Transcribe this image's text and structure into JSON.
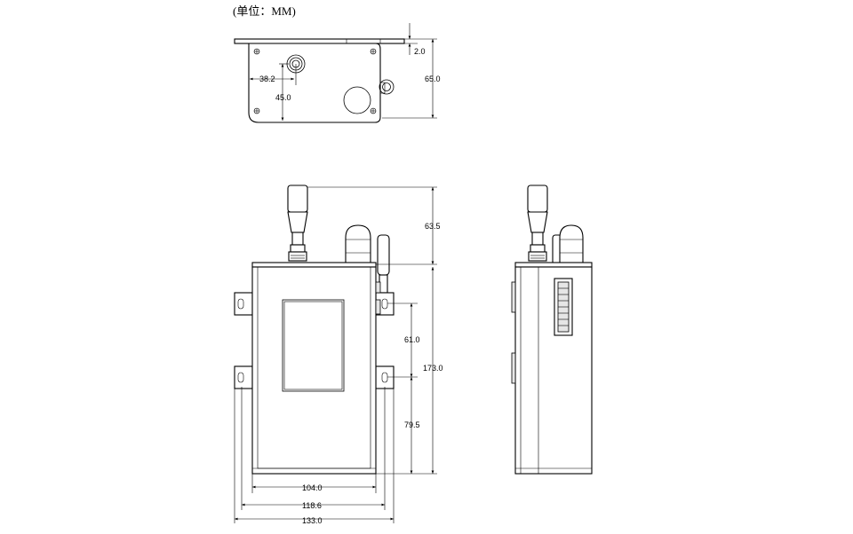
{
  "header": {
    "unit_label": "(单位：MM)"
  },
  "dimensions": {
    "thickness": "2.0",
    "top_height": "65.0",
    "hole_x": "38.2",
    "hole_y": "45.0",
    "antenna_height": "63.5",
    "body_height": "173.0",
    "mount_spacing": "61.0",
    "mount_bottom": "79.5",
    "body_width": "104.0",
    "bracket_width": "118.6",
    "overall_width": "133.0"
  }
}
